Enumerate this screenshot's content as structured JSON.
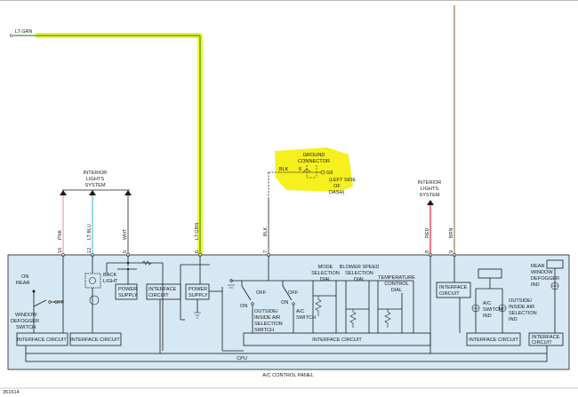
{
  "colors": {
    "panel_fill": "#d6e8f3",
    "highlight": "#f5f01e",
    "wire_green": "#2fa12f",
    "wire_pink": "#e58fb2",
    "wire_blue": "#3fb9e6",
    "wire_red": "#d8212b",
    "wire_brown": "#9c6b3c",
    "wire_black": "#1a1a1a"
  },
  "top_wire": {
    "pin": "6",
    "color_label": "LT GRN"
  },
  "left_feed": {
    "title_line1": "INTERIOR",
    "title_line2": "LIGHTS",
    "title_line3": "SYSTEM"
  },
  "right_feed": {
    "title_line1": "INTERIOR",
    "title_line2": "LIGHTS",
    "title_line3": "SYSTEM"
  },
  "ground": {
    "title_line1": "GROUND",
    "title_line2": "CONNECTOR",
    "wire": "BLK",
    "pin": "6",
    "id": "G6",
    "location_line1": "(LEFT SIDE",
    "location_line2": "OF",
    "location_line3": "DASH)"
  },
  "wires": [
    {
      "pin": "10",
      "label": "PNK"
    },
    {
      "pin": "12",
      "label": "LT BLU"
    },
    {
      "pin": "5",
      "label": "WHT"
    },
    {
      "pin": "6",
      "label": "LT GRN"
    },
    {
      "pin": "7",
      "label": "BLK"
    },
    {
      "pin": "8",
      "label": "RED"
    },
    {
      "pin": "9",
      "label": "BRN"
    }
  ],
  "panel": {
    "name": "A/C CONTROL PANEL",
    "cpu": "CPU",
    "rear_defogger_switch": [
      "ON",
      "REAR",
      "WINDOW",
      "DEFOGGER",
      "SWITCH"
    ],
    "off": "OFF",
    "back_light": [
      "BACK",
      "LIGHT"
    ],
    "power_supply": [
      "POWER",
      "SUPPLY"
    ],
    "interface_circuit_line1": "INTERFACE",
    "interface_circuit_line2": "CIRCUIT",
    "interface_circuit": "INTERFACE CIRCUIT",
    "on": "ON",
    "outside_inside_switch": [
      "OUTSIDE/",
      "INSIDE AIR",
      "SELECTION",
      "SWITCH"
    ],
    "ac_switch": [
      "A/C",
      "SWITCH"
    ],
    "mode_dial": [
      "MODE",
      "SELECTION",
      "DIAL"
    ],
    "blower_dial": [
      "BLOWER SPEED",
      "SELECTION",
      "DIAL"
    ],
    "temp_dial": [
      "TEMPERATURE",
      "CONTROL",
      "DIAL"
    ],
    "ac_ind": [
      "A/C",
      "SWITCH",
      "IND"
    ],
    "outside_inside_ind": [
      "OUTSIDE/",
      "INSIDE AIR",
      "SELECTION",
      "IND"
    ],
    "rear_defogger_ind": [
      "REAR",
      "WINDOW",
      "DEFOGGER",
      "IND"
    ]
  },
  "figure_id": "351614"
}
